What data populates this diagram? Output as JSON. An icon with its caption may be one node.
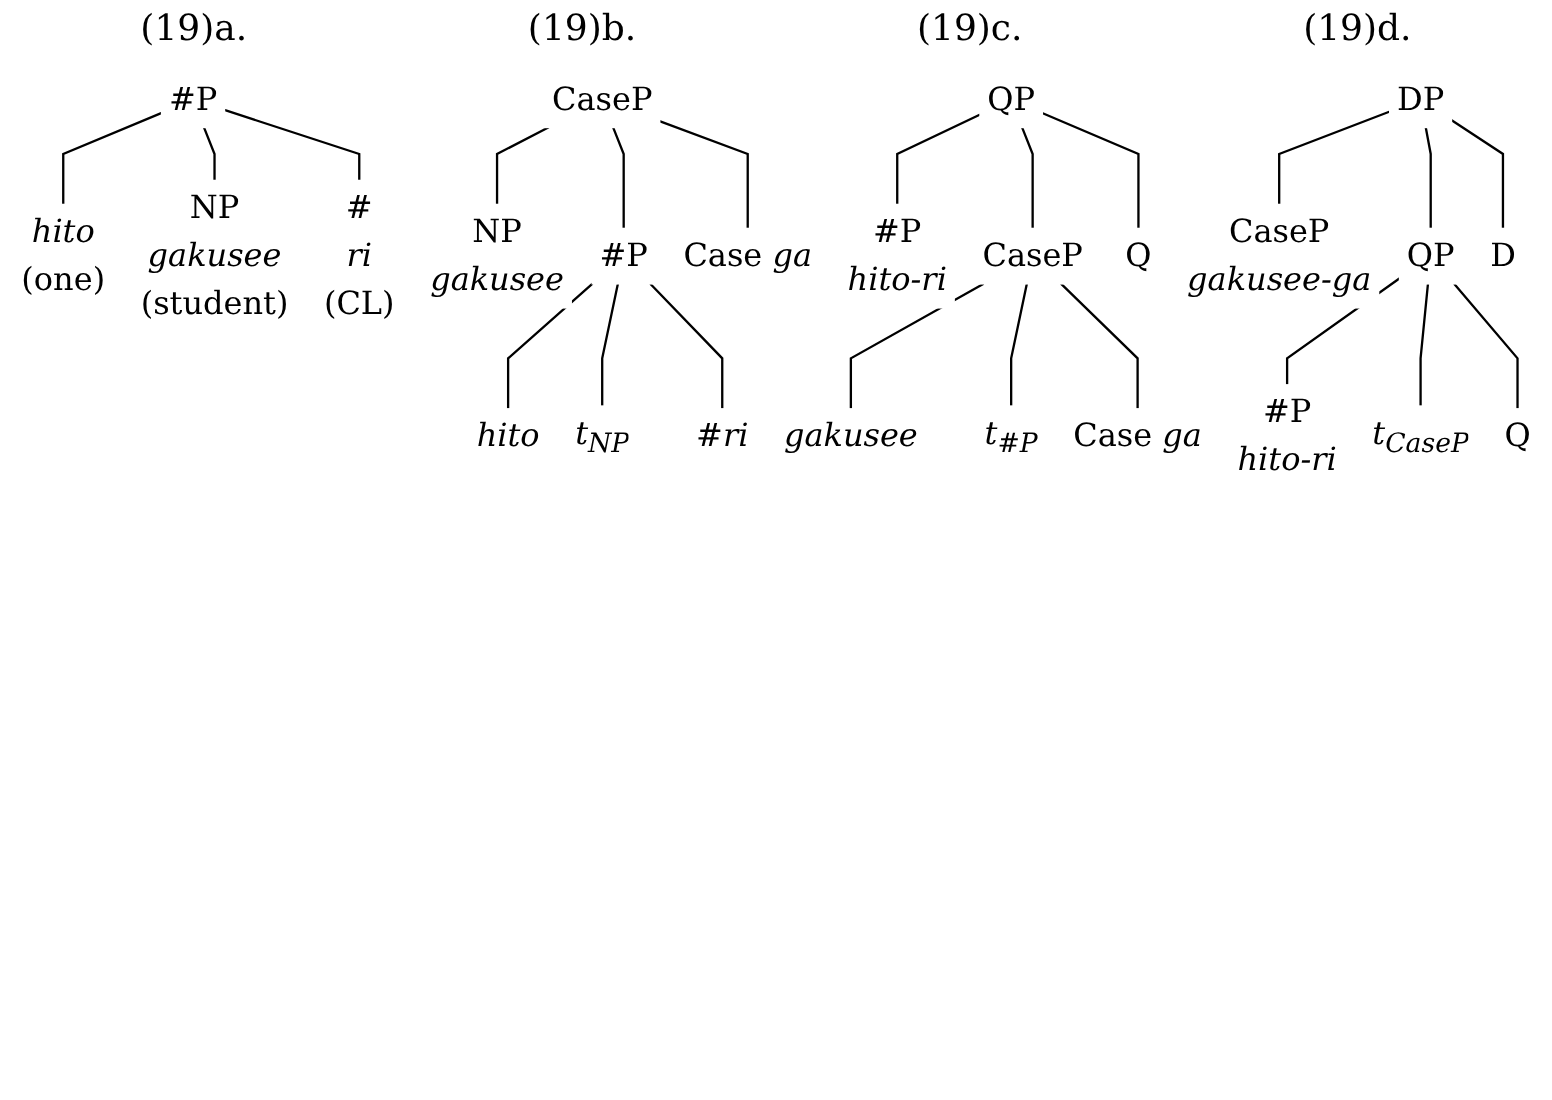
{
  "diagram": {
    "nodes": [
      {
        "text": [
          "#P"
        ]
      },
      {
        "text": [
          "hito",
          "(one)"
        ]
      },
      {
        "text": [
          "NP",
          "gakusee",
          "(student)"
        ]
      },
      {
        "text": [
          "#",
          "ri",
          "(CL)"
        ]
      },
      {
        "text": [
          "CaseP"
        ]
      },
      {
        "text": [
          "NP",
          "gakusee"
        ]
      },
      {
        "text": [
          "#P"
        ]
      },
      {
        "text": [
          "Case *ga*"
        ]
      },
      {
        "text": [
          "hito"
        ]
      },
      {
        "text": [
          "t$_{NP}$"
        ]
      },
      {
        "text": [
          "#ri"
        ]
      },
      {
        "text": [
          "QP"
        ]
      },
      {
        "text": [
          "#P",
          "hito-ri"
        ]
      },
      {
        "text": [
          "CaseP"
        ]
      },
      {
        "text": [
          "Q"
        ]
      },
      {
        "text": [
          "gakusee"
        ]
      },
      {
        "text": [
          "t$_{#P}$"
        ]
      },
      {
        "text": [
          "Case *ga*"
        ]
      },
      {
        "text": [
          "DP"
        ]
      },
      {
        "text": [
          "CaseP",
          "gakusee-ga"
        ]
      },
      {
        "text": [
          "QP"
        ]
      },
      {
        "text": [
          "D"
        ]
      },
      {
        "text": [
          "#P",
          "hito-ri"
        ]
      },
      {
        "text": [
          "t$_{CaseP}$"
        ]
      },
      {
        "text": [
          "Q"
        ]
      }
    ],
    "edges": [
      {
        "from": 0,
        "to": 1,
        "arrow": "none"
      },
      {
        "from": 0,
        "to": 2,
        "arrow": "none"
      },
      {
        "from": 0,
        "to": 3,
        "arrow": "none"
      },
      {
        "from": 4,
        "to": 5,
        "arrow": "none"
      },
      {
        "from": 4,
        "to": 6,
        "arrow": "none"
      },
      {
        "from": 4,
        "to": 7,
        "arrow": "none"
      },
      {
        "from": 6,
        "to": 8,
        "arrow": "none"
      },
      {
        "from": 6,
        "to": 9,
        "arrow": "none"
      },
      {
        "from": 6,
        "to": 10,
        "arrow": "none"
      },
      {
        "from": 11,
        "to": 12,
        "arrow": "none"
      },
      {
        "from": 11,
        "to": 13,
        "arrow": "none"
      },
      {
        "from": 11,
        "to": 14,
        "arrow": "none"
      },
      {
        "from": 13,
        "to": 15,
        "arrow": "none"
      },
      {
        "from": 13,
        "to": 16,
        "arrow": "none"
      },
      {
        "from": 13,
        "to": 17,
        "arrow": "none"
      },
      {
        "from": 18,
        "to": 19,
        "arrow": "none"
      },
      {
        "from": 18,
        "to": 20,
        "arrow": "none"
      },
      {
        "from": 18,
        "to": 21,
        "arrow": "none"
      },
      {
        "from": 20,
        "to": 22,
        "arrow": "none"
      },
      {
        "from": 20,
        "to": 23,
        "arrow": "none"
      },
      {
        "from": 20,
        "to": 24,
        "arrow": "none"
      }
    ],
    "labels": [
      "(19)a.",
      "(19)b.",
      "(19)c.",
      "(19)d."
    ]
  }
}
